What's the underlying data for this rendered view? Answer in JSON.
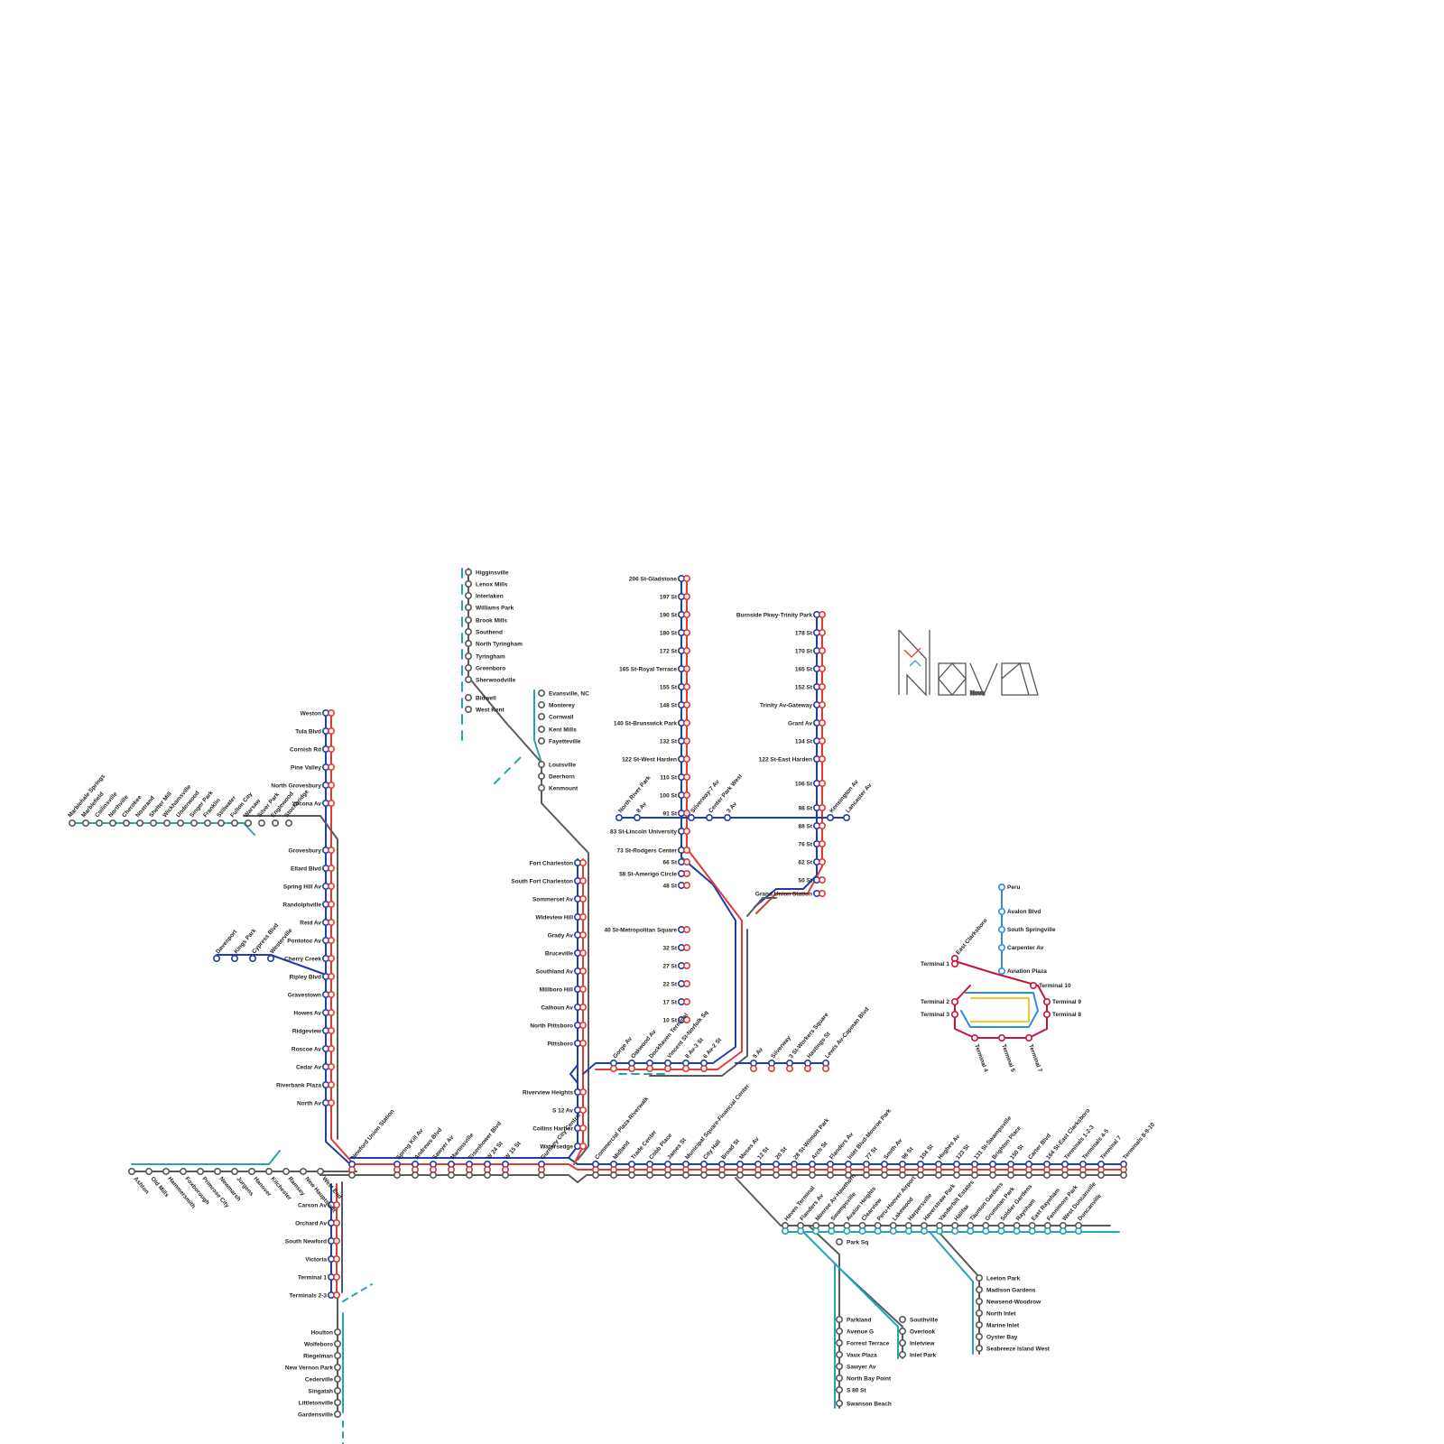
{
  "logo": {
    "wordmark": "Nova"
  },
  "colors": {
    "blue": "#1d3fa8",
    "red": "#e03a3a",
    "gray": "#5a5a5a",
    "teal": "#2aa3b0",
    "sky": "#2f8fdd",
    "crimson": "#c8143c",
    "yellow": "#f2c72a"
  },
  "stations": {
    "north_branch": [
      "Weston",
      "Tula Blvd",
      "Cornish Rd",
      "Pine Valley",
      "North Grovesbury",
      "Yocona Av"
    ],
    "west_upper_branch": [
      "Marblehale Springs",
      "Marblefield",
      "Collinsville",
      "Northville",
      "Cherokee",
      "Nostrand",
      "Shelter Mill",
      "Wickhamsville",
      "Underwood",
      "Singer Park",
      "Franklin",
      "Stillwater",
      "Fulton City",
      "Warsaw",
      "Silver Park",
      "Englewood",
      "Stockbridge"
    ],
    "west_trunk": [
      "Grovesbury",
      "Ellard Blvd",
      "Spring Hill Av",
      "Randolphville",
      "Reid Av",
      "Pontotoc Av",
      "Cherry Creek",
      "Ripley Blvd",
      "Gravestown",
      "Howes Av",
      "Ridgeview",
      "Roscoe Av",
      "Cedar Av",
      "Riverbank Plaza",
      "North Av"
    ],
    "westerville_spur": [
      "Davenport",
      "Kings Park",
      "Cypress Blvd",
      "Westerville"
    ],
    "west_lower_branch": [
      "Ashton",
      "Old Mills",
      "Hammersmith",
      "Foxborough",
      "Primrose City",
      "Newmarsh",
      "Jurgens",
      "Hanover",
      "Kilchester",
      "Ramsey",
      "New Hauptstadt",
      "West End"
    ],
    "south_west_branch": [
      "Carson Av",
      "Orchard Av",
      "South Newford",
      "Victoria",
      "Terminal 1",
      "Terminals 2-3"
    ],
    "south_west_gray": [
      "Houlton",
      "Wolfeboro",
      "Riegelman",
      "New Vernon Park",
      "Cederville",
      "Singatah",
      "Littletonville",
      "Gardensville"
    ],
    "main_line": [
      "Newford Union Station",
      "Spring Kill Av",
      "Andrews Blvd",
      "Sawyer Av",
      "Martinsville",
      "Eisenhower Blvd",
      "W 24 St",
      "W 15 St",
      "Gurnsey City Central",
      "Commercial Plaza-Riverwalk",
      "Midland",
      "Trade Center",
      "Cobb Place",
      "James St",
      "Municipal Square-Financial Center",
      "City Hall",
      "Broad St",
      "Moses Av",
      "12 St",
      "20 St",
      "28 St-Wilmott Park",
      "Arch St",
      "Flanders Av",
      "Inlet Blvd-Monroe Park",
      "77 St",
      "Smith Av",
      "96 St",
      "104 St",
      "Hughes Av",
      "123 St",
      "131 St-Swampsville",
      "Brighton Place",
      "150 St",
      "Carter Blvd",
      "164 St-East Clarksboro",
      "Terminals 1-2-3",
      "Terminals 4-5",
      "Terminal 7",
      "Terminals 8-9-10"
    ],
    "north_gray": [
      "Higginsville",
      "Lenox Mills",
      "Interlaken",
      "Williams Park",
      "Brook Mills",
      "Southend",
      "North Tyringham",
      "Tyringham",
      "Greenboro",
      "Sherwoodville",
      "Bidwell",
      "West Kent"
    ],
    "evansville_branch": [
      "Evansville, NC",
      "Monterey",
      "Cornwall",
      "Kent Mills",
      "Fayetteville",
      "Louisville",
      "Deerhorn",
      "Kenmount"
    ],
    "central_branch": [
      "Fort Charleston",
      "South Fort Charleston",
      "Sommerset Av",
      "Wideview Hill",
      "Grady Av",
      "Bruceville",
      "Southland Av",
      "Millboro Hill",
      "Calhoun Av",
      "North Pittsboro",
      "Pittsboro",
      "Riverview Heights",
      "S 12 Av",
      "Collins Harbor",
      "Watersedge"
    ],
    "gladstone_branch": [
      "206 St-Gladstone",
      "197 St",
      "190 St",
      "180 St",
      "172 St",
      "165 St-Royal Terrace",
      "155 St",
      "148 St",
      "140 St-Brunswick Park",
      "132 St",
      "122 St-West Harden",
      "110 St",
      "100 St",
      "91 St",
      "83 St-Lincoln University",
      "73 St-Rodgers Center",
      "66 St",
      "58 St-Amerigo Circle",
      "48 St",
      "40 St-Metropolitan Square",
      "32 St",
      "27 St",
      "22 St",
      "17 St",
      "10 St"
    ],
    "trinity_branch": [
      "Burnside Pkwy-Trinity Park",
      "178 St",
      "170 St",
      "165 St",
      "152 St",
      "Trinity Av-Gateway",
      "Grant Av",
      "134 St",
      "122 St-East Harden",
      "106 St",
      "98 St",
      "88 St",
      "76 St",
      "62 St",
      "50 St",
      "Grand Union Station"
    ],
    "crosstown_north": [
      "North River Park",
      "8 Av",
      "Silverway-7 Av",
      "Center Park West",
      "3 Av",
      "Kensington Av",
      "Lancaster Av"
    ],
    "crosstown_south": [
      "Gorge Av",
      "Oakwood Av",
      "Dockhaven Terminal",
      "Vincent St-Norfolk Sq",
      "8 Av-3 St",
      "6 Av-2 St",
      "5 Av",
      "Silverway",
      "3 St-Workers Square",
      "Hastings St",
      "Lewis Av-Capman Blvd"
    ],
    "southeast_branch": [
      "Haven Terminal",
      "Flanders Av",
      "Monroe Av-Hawthorn",
      "Swampsville",
      "Avalon Heights",
      "Clearview",
      "Peru-Hoover Airport",
      "Lakewood",
      "Harpersville",
      "Haverstraw Park",
      "Vanderbilt Estates",
      "Halifax",
      "Taunton Gardens",
      "Grumman Park",
      "Soldier Gardens",
      "Raynham",
      "East Raynham",
      "Fennimore Park",
      "West Duncanville",
      "Duncanville"
    ],
    "parksq_branch": [
      "Park Sq",
      "Parkland",
      "Avenue G",
      "Forrest Terrace",
      "Vaux Plaza",
      "Sawyer Av",
      "North Bay Point",
      "S 80 St",
      "Swanson Beach"
    ],
    "southville_branch": [
      "Southville",
      "Overlook",
      "Inletview",
      "Inlet Park"
    ],
    "leeton_branch": [
      "Leeton Park",
      "Madison Gardens",
      "Newsend-Woodrow",
      "North Inlet",
      "Marine Inlet",
      "Oyster Bay",
      "Seabreeze Island West"
    ],
    "airport": [
      "Peru",
      "Avalon Blvd",
      "South Springville",
      "Carpenter Av",
      "Aviation Plaza",
      "East Clarksboro",
      "Terminal 1",
      "Terminal 2",
      "Terminal 3",
      "Terminal 4",
      "Terminal 5",
      "Terminal 7",
      "Terminal 8",
      "Terminal 9",
      "Terminal 10"
    ]
  }
}
